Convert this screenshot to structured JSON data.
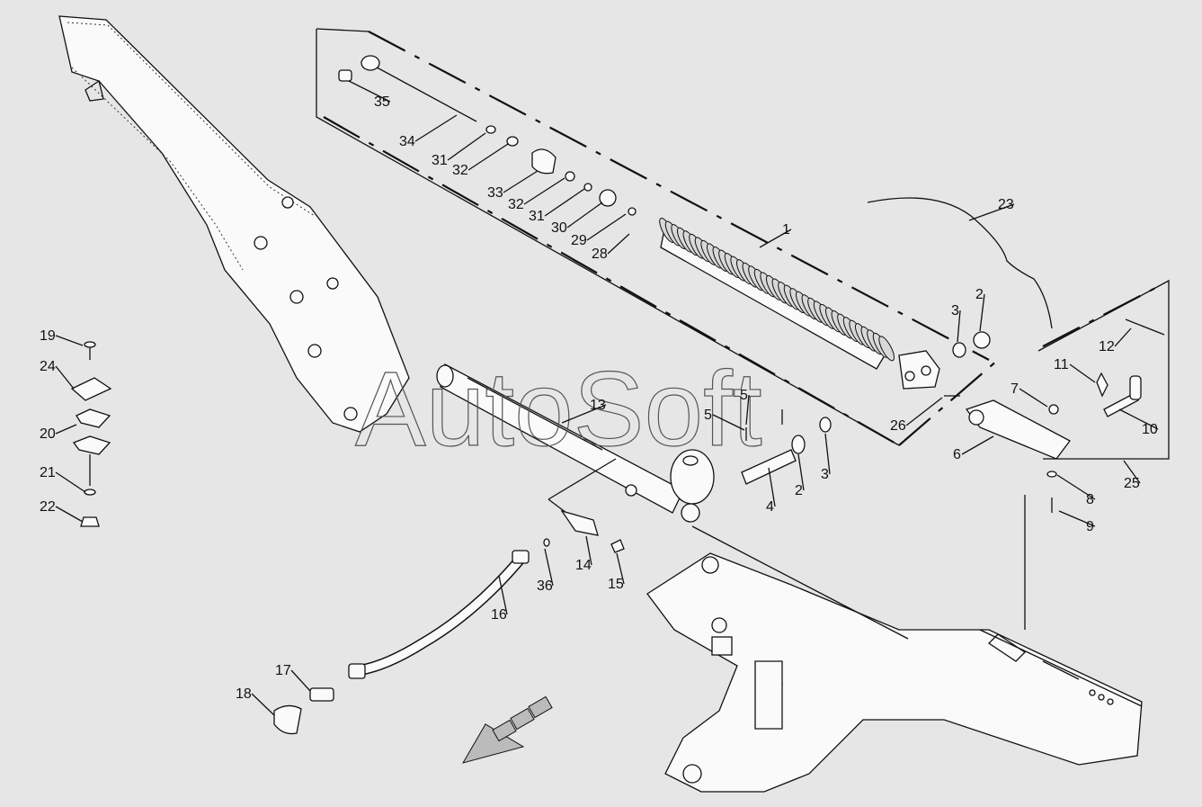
{
  "watermark": "AutoSoft",
  "callouts": [
    {
      "id": "c1",
      "text": "1"
    },
    {
      "id": "c2a",
      "text": "2"
    },
    {
      "id": "c2b",
      "text": "2"
    },
    {
      "id": "c3a",
      "text": "3"
    },
    {
      "id": "c3b",
      "text": "3"
    },
    {
      "id": "c4",
      "text": "4"
    },
    {
      "id": "c5a",
      "text": "5"
    },
    {
      "id": "c5b",
      "text": "5"
    },
    {
      "id": "c6",
      "text": "6"
    },
    {
      "id": "c7",
      "text": "7"
    },
    {
      "id": "c8",
      "text": "8"
    },
    {
      "id": "c9",
      "text": "9"
    },
    {
      "id": "c10",
      "text": "10"
    },
    {
      "id": "c11",
      "text": "11"
    },
    {
      "id": "c12",
      "text": "12"
    },
    {
      "id": "c13",
      "text": "13"
    },
    {
      "id": "c14",
      "text": "14"
    },
    {
      "id": "c15",
      "text": "15"
    },
    {
      "id": "c16",
      "text": "16"
    },
    {
      "id": "c17",
      "text": "17"
    },
    {
      "id": "c18",
      "text": "18"
    },
    {
      "id": "c19",
      "text": "19"
    },
    {
      "id": "c20",
      "text": "20"
    },
    {
      "id": "c21",
      "text": "21"
    },
    {
      "id": "c22",
      "text": "22"
    },
    {
      "id": "c23",
      "text": "23"
    },
    {
      "id": "c24",
      "text": "24"
    },
    {
      "id": "c25",
      "text": "25"
    },
    {
      "id": "c26",
      "text": "26"
    },
    {
      "id": "c28",
      "text": "28"
    },
    {
      "id": "c29",
      "text": "29"
    },
    {
      "id": "c30",
      "text": "30"
    },
    {
      "id": "c31a",
      "text": "31"
    },
    {
      "id": "c31b",
      "text": "31"
    },
    {
      "id": "c32a",
      "text": "32"
    },
    {
      "id": "c32b",
      "text": "32"
    },
    {
      "id": "c33",
      "text": "33"
    },
    {
      "id": "c34",
      "text": "34"
    },
    {
      "id": "c35",
      "text": "35"
    },
    {
      "id": "c36",
      "text": "36"
    }
  ]
}
